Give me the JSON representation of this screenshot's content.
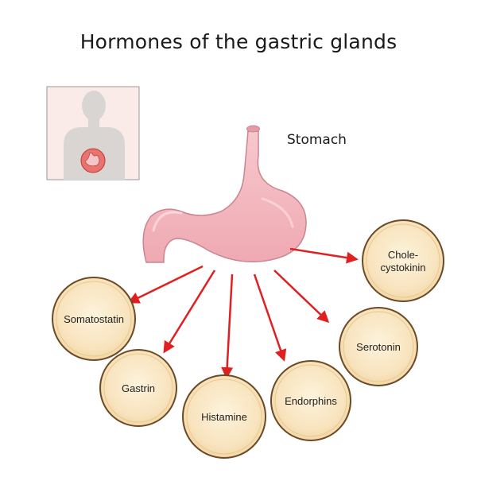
{
  "title": "Hormones of the gastric glands",
  "organ_label": "Stomach",
  "hormones": [
    {
      "id": "somatostatin",
      "lines": [
        "Somatostatin"
      ]
    },
    {
      "id": "gastrin",
      "lines": [
        "Gastrin"
      ]
    },
    {
      "id": "histamine",
      "lines": [
        "Histamine"
      ]
    },
    {
      "id": "endorphins",
      "lines": [
        "Endorphins"
      ]
    },
    {
      "id": "serotonin",
      "lines": [
        "Serotonin"
      ]
    },
    {
      "id": "cholecystokinin",
      "lines": [
        "Chole-",
        "cystokinin"
      ]
    }
  ],
  "colors": {
    "arrow": "#e02020",
    "circle_fill": "#f9e7c4",
    "circle_stroke": "#6b4a25",
    "stomach": "#f3b7be",
    "inset_bg": "#fbebe8",
    "silhouette": "#d9d5d3"
  }
}
